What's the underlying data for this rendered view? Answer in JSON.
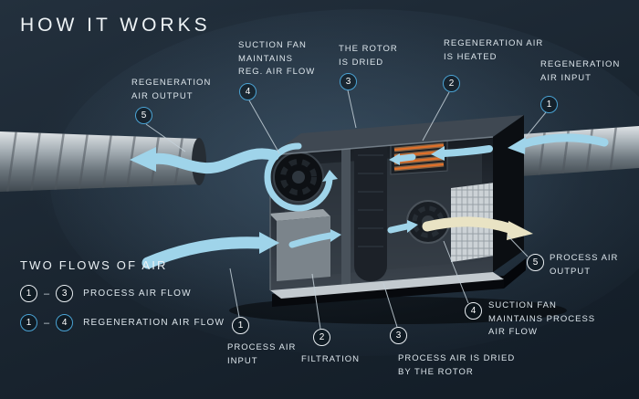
{
  "title": "HOW IT WORKS",
  "colors": {
    "background": "#1a2631",
    "regen_accent": "#4aa3d4",
    "process_accent": "#ffffff",
    "airflow_blue": "#9fd4ea",
    "dried_air": "#e9e3c4",
    "heater_orange": "#e0702a"
  },
  "callouts": {
    "regen_output": {
      "num": "5",
      "label": "REGENERATION\nAIR OUTPUT"
    },
    "regen_fan": {
      "num": "4",
      "label": "SUCTION FAN\nMAINTAINS\nREG. AIR FLOW"
    },
    "rotor_dried": {
      "num": "3",
      "label": "THE ROTOR\nIS DRIED"
    },
    "regen_heated": {
      "num": "2",
      "label": "REGENERATION AIR\nIS HEATED"
    },
    "regen_input": {
      "num": "1",
      "label": "REGENERATION\nAIR INPUT"
    },
    "process_input": {
      "num": "1",
      "label": "PROCESS AIR\nINPUT"
    },
    "filtration": {
      "num": "2",
      "label": "FILTRATION"
    },
    "process_dried": {
      "num": "3",
      "label": "PROCESS AIR IS DRIED\nBY THE ROTOR"
    },
    "process_fan": {
      "num": "4",
      "label": "SUCTION FAN\nMAINTAINS PROCESS\nAIR FLOW"
    },
    "process_output": {
      "num": "5",
      "label": "PROCESS AIR\nOUTPUT"
    }
  },
  "legend": {
    "title": "TWO FLOWS OF AIR",
    "separator": "–",
    "rows": [
      {
        "from": "1",
        "to": "3",
        "label": "PROCESS AIR FLOW",
        "style": "process"
      },
      {
        "from": "1",
        "to": "4",
        "label": "REGENERATION AIR FLOW",
        "style": "regen"
      }
    ]
  }
}
